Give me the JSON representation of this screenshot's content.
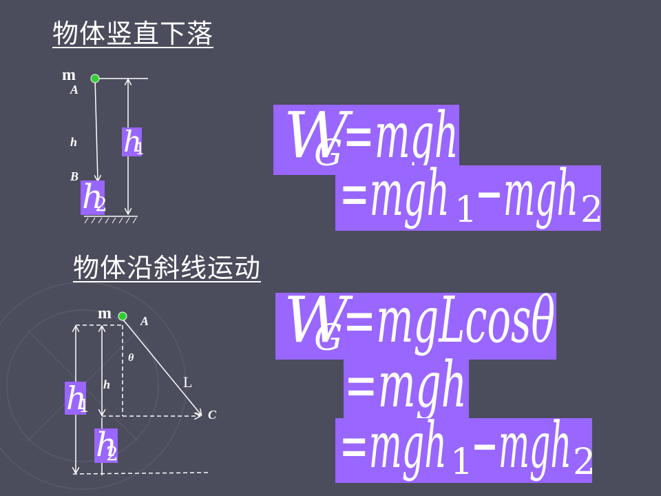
{
  "slide": {
    "background_color": "#4b4c5c",
    "accent_color": "#9966ff",
    "point_color": "#33cc33"
  },
  "section1": {
    "title": "物体竖直下落",
    "label_m": "m",
    "label_A": "A",
    "label_h": "h",
    "label_B": "B",
    "label_h1": "h",
    "label_h1_sub": "1",
    "label_h2": "h",
    "label_h2_sub": "2",
    "formula_line1": {
      "W": "W",
      "sub": "G",
      "rhs": "=mgh"
    },
    "formula_line2": {
      "part1": "=mgh",
      "sub1": "1",
      "part2": "−mgh",
      "sub2": "2"
    }
  },
  "section2": {
    "title": "物体沿斜线运动",
    "label_m": "m",
    "label_A": "A",
    "label_theta": "θ",
    "label_L": "L",
    "label_h": "h",
    "label_C": "C",
    "label_h1": "h",
    "label_h1_sub": "1",
    "label_h2": "h",
    "label_h2_sub": "2",
    "formula_line1": {
      "W": "W",
      "sub": "G",
      "rhs": "=mgLcosθ"
    },
    "formula_line2": {
      "text": "=mgh"
    },
    "formula_line3": {
      "part1": "=mgh",
      "sub1": "1",
      "part2": "−mgh",
      "sub2": "2"
    }
  }
}
